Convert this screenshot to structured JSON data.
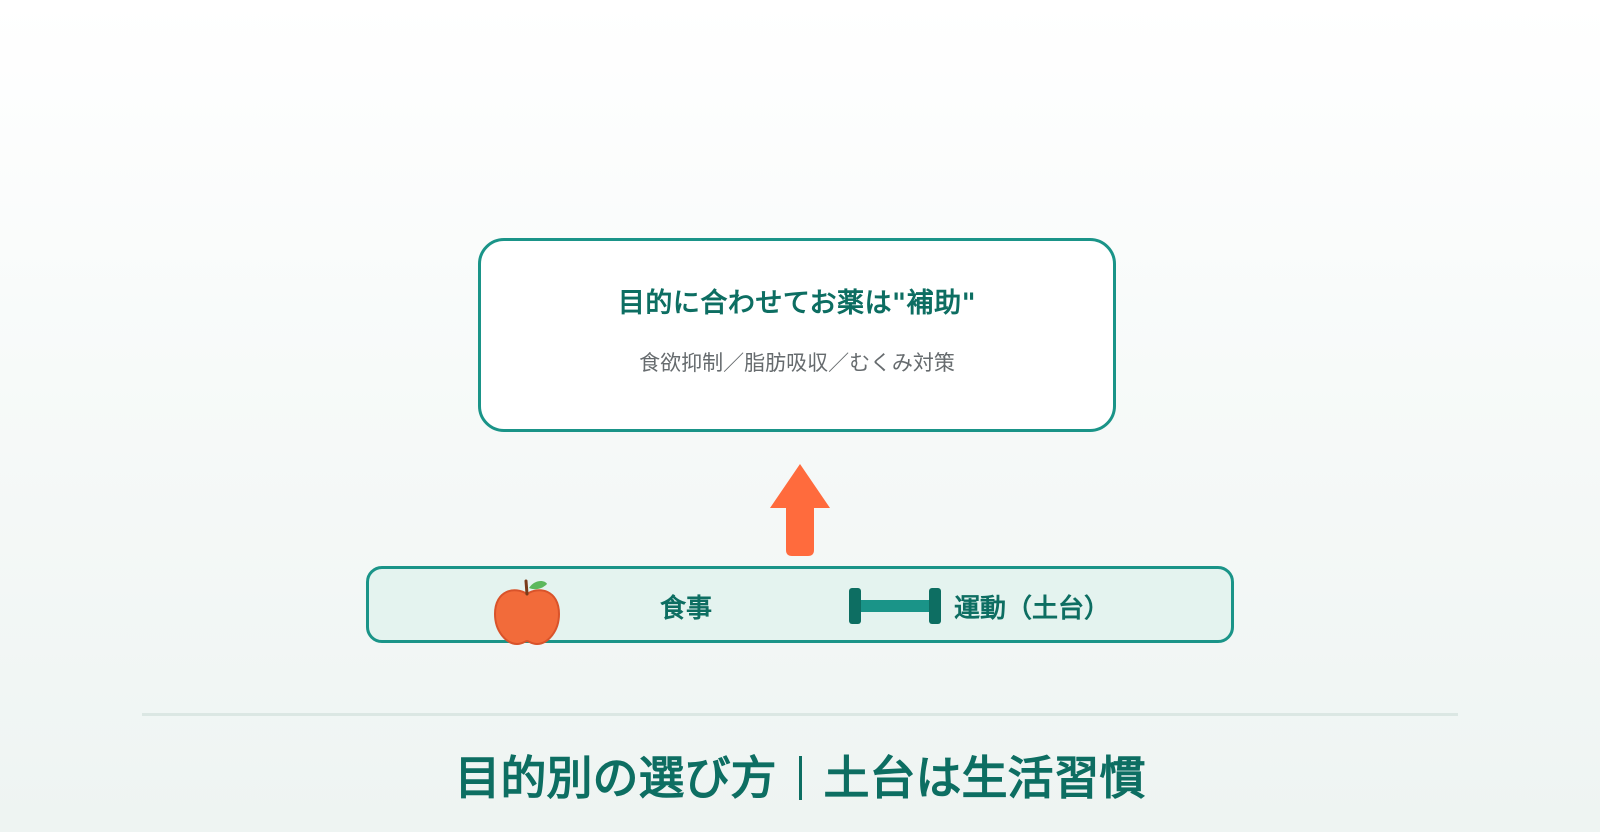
{
  "top_box": {
    "title": "目的に合わせてお薬は\"補助\"",
    "subtitle": "食欲抑制／脂肪吸収／むくみ対策"
  },
  "arrow": {
    "icon": "up-arrow-icon",
    "color": "#ff6b3d"
  },
  "foundation": {
    "meal_icon": "apple-icon",
    "meal_label": "食事",
    "exercise_icon": "dumbbell-icon",
    "exercise_label": "運動（土台）"
  },
  "caption": {
    "left": "目的別の選び方",
    "right": "土台は生活習慣"
  },
  "colors": {
    "accent": "#1a9488",
    "text_dark": "#0d6e62",
    "arrow": "#ff6b3d",
    "bar_fill": "#e4f3ef"
  }
}
